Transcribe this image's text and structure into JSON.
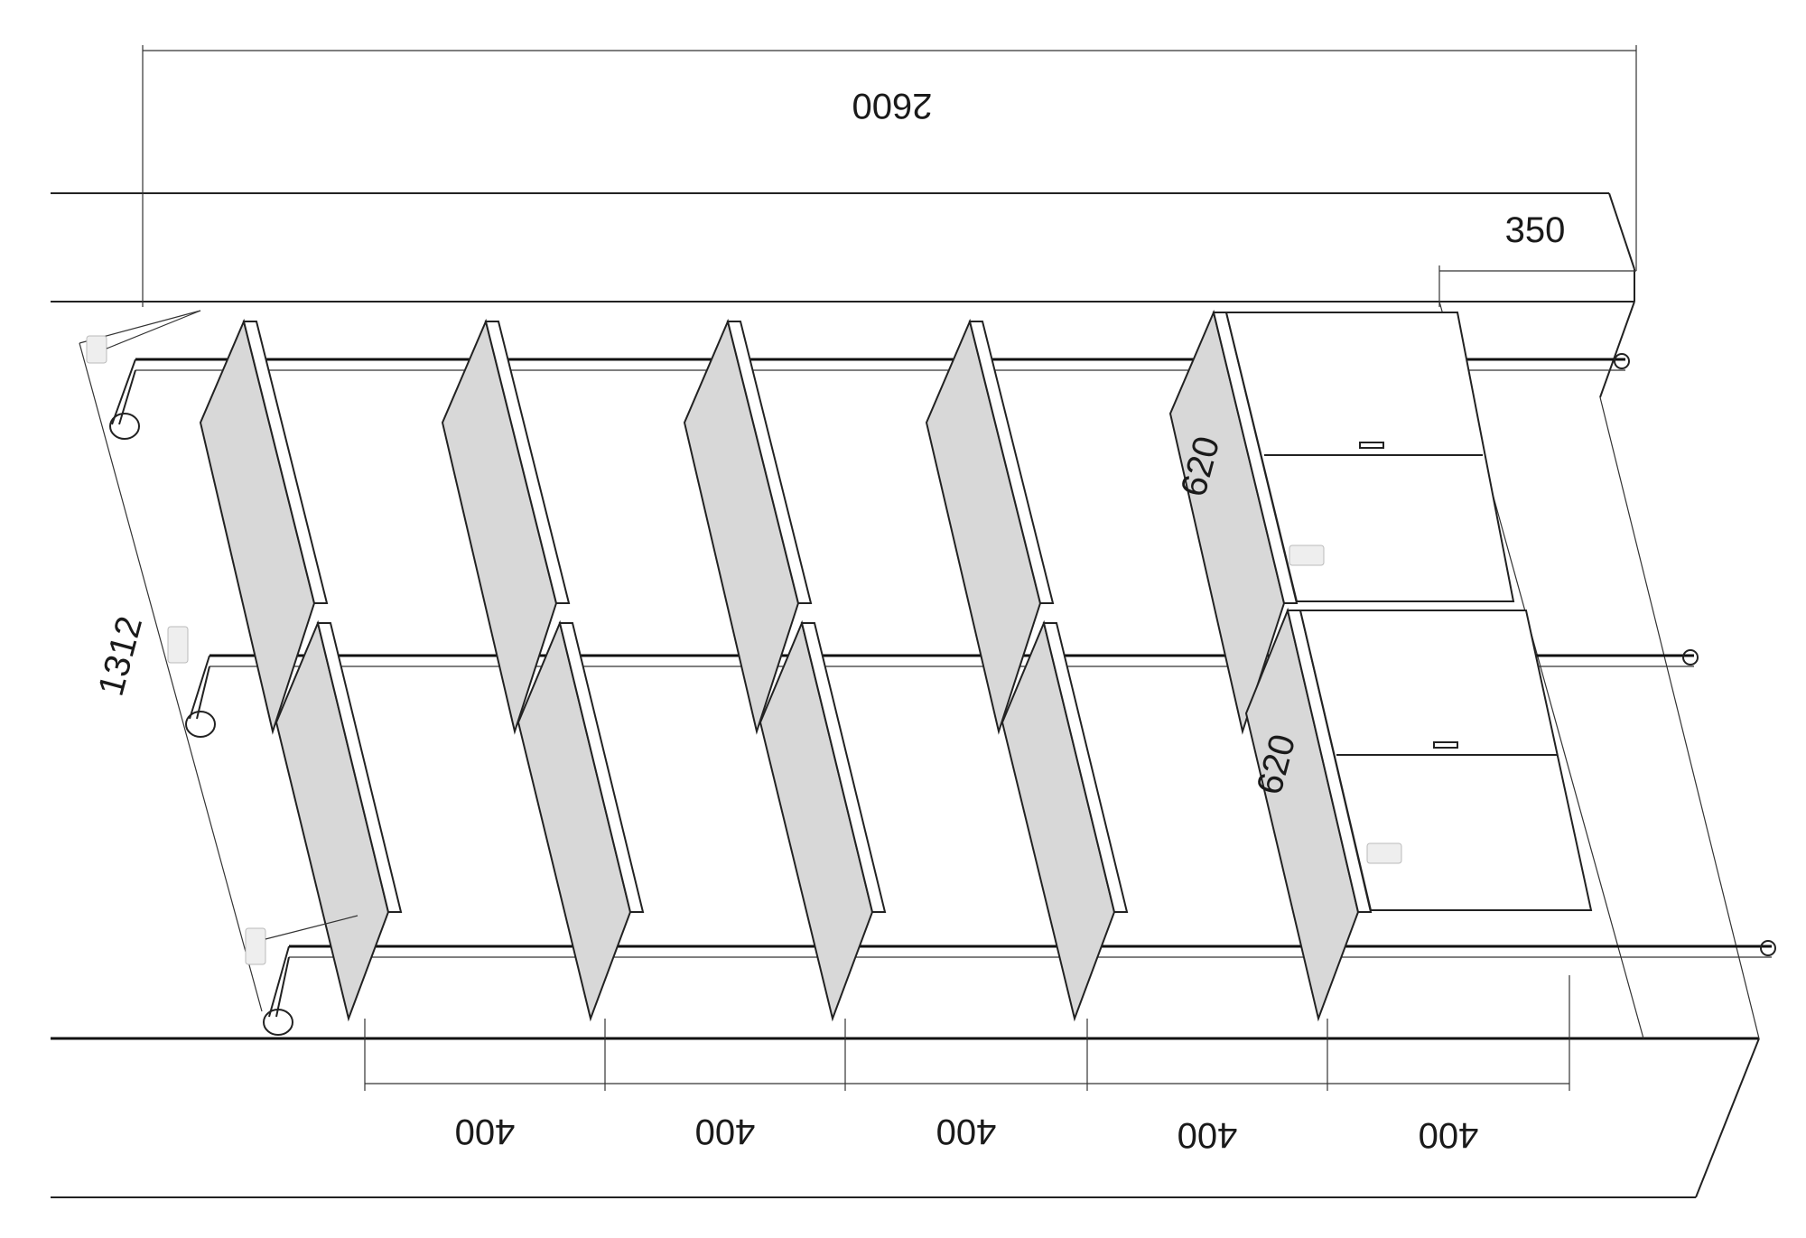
{
  "diagram": {
    "dimensions": {
      "overall_width": "2600",
      "depth": "350",
      "overall_height": "1312",
      "drawer_upper": "620",
      "drawer_lower": "620",
      "bays": [
        "400",
        "400",
        "400",
        "400",
        "400"
      ]
    }
  }
}
